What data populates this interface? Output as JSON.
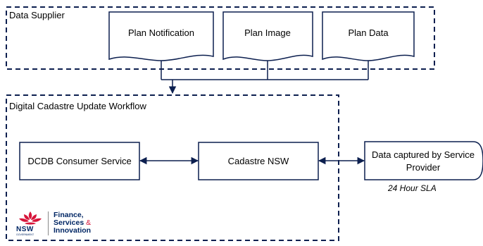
{
  "regions": {
    "supplier_label": "Data Supplier",
    "workflow_label": "Digital Cadastre Update Workflow"
  },
  "documents": [
    {
      "label": "Plan Notification"
    },
    {
      "label": "Plan Image"
    },
    {
      "label": "Plan Data"
    }
  ],
  "processes": {
    "dcdb": "DCDB Consumer Service",
    "cadastre": "Cadastre NSW",
    "provider_line1": "Data captured by Service",
    "provider_line2": "Provider"
  },
  "sla_note": "24 Hour SLA",
  "logo": {
    "org_line1": "Finance,",
    "org_line2": "Services",
    "org_amp": "&",
    "org_line3": "Innovation",
    "wordmark": "NSW",
    "gov": "GOVERNMENT"
  },
  "colors": {
    "stroke": "#0c1f4f",
    "dash": "#0c1f4f",
    "nsw_blue": "#002664",
    "nsw_red": "#d7153a"
  }
}
